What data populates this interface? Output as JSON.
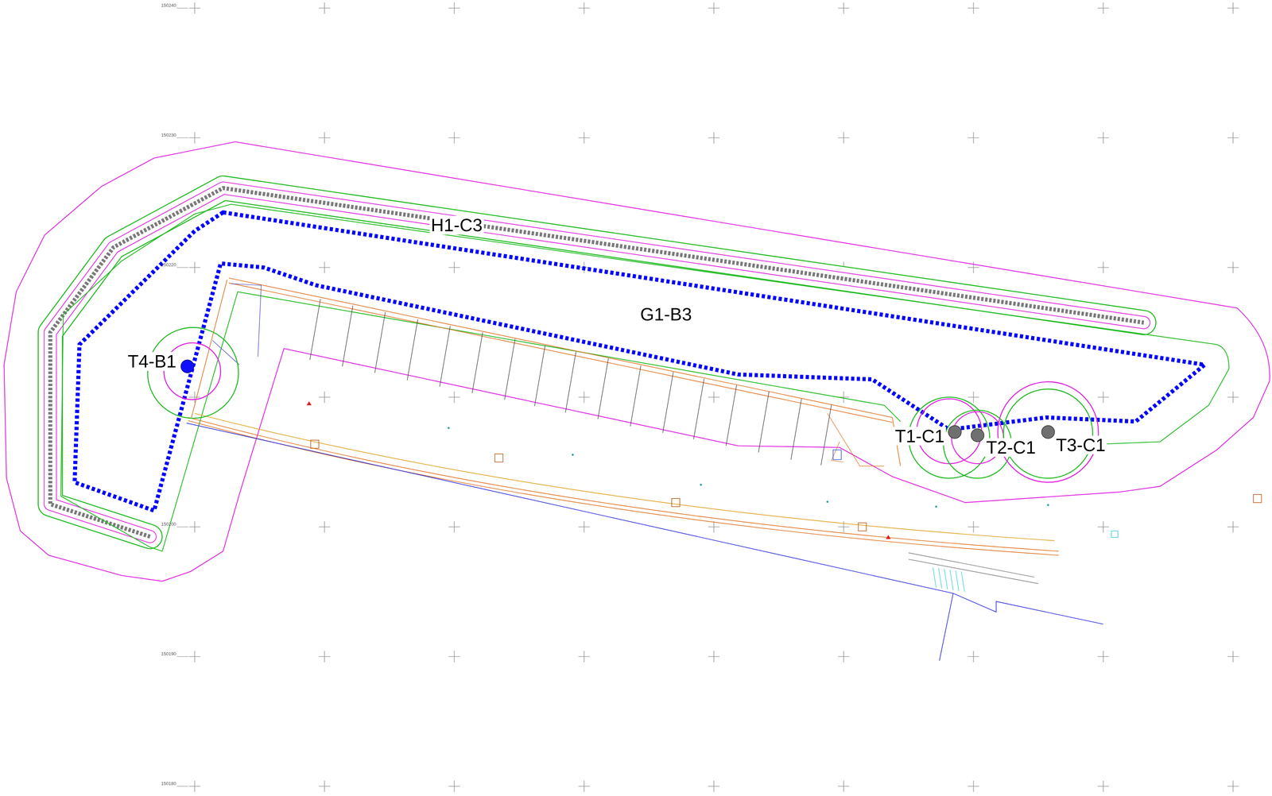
{
  "diagram": {
    "nodes": [
      {
        "text": [
          "T4-B1"
        ]
      },
      {
        "text": [
          "T1-C1"
        ]
      },
      {
        "text": [
          "T2-C1"
        ]
      },
      {
        "text": [
          "T3-C1"
        ]
      }
    ],
    "labels": [
      "H1-C3",
      "G1-B3",
      "150240",
      "150230",
      "150220",
      "150200",
      "150190",
      "150180"
    ]
  }
}
